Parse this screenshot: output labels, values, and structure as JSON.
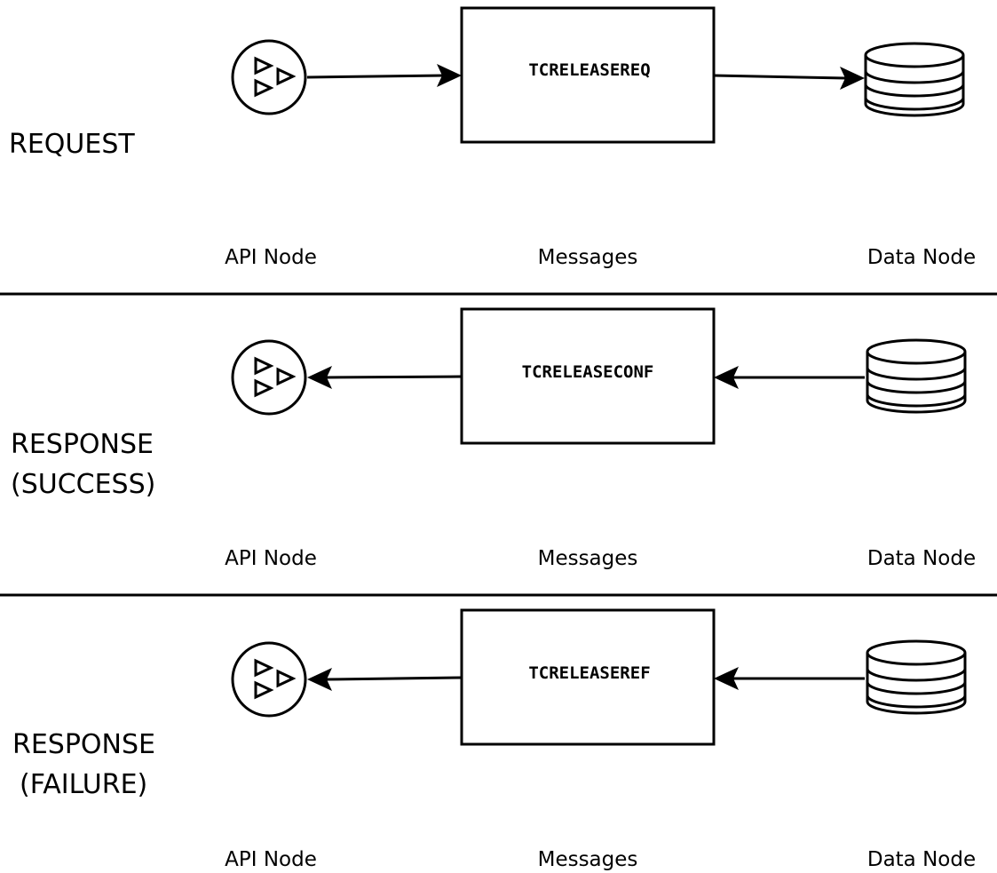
{
  "sections": [
    {
      "title_lines": [
        "REQUEST"
      ],
      "message": "TCRELEASEREQ",
      "direction": "api-to-data",
      "labels": {
        "api": "API Node",
        "messages": "Messages",
        "data": "Data Node"
      }
    },
    {
      "title_lines": [
        "RESPONSE",
        "(SUCCESS)"
      ],
      "message": "TCRELEASECONF",
      "direction": "data-to-api",
      "labels": {
        "api": "API Node",
        "messages": "Messages",
        "data": "Data Node"
      }
    },
    {
      "title_lines": [
        "RESPONSE",
        "(FAILURE)"
      ],
      "message": "TCRELEASEREF",
      "direction": "data-to-api",
      "labels": {
        "api": "API Node",
        "messages": "Messages",
        "data": "Data Node"
      }
    }
  ],
  "icons": {
    "api_node": "api-node-icon",
    "data_node": "database-icon"
  }
}
